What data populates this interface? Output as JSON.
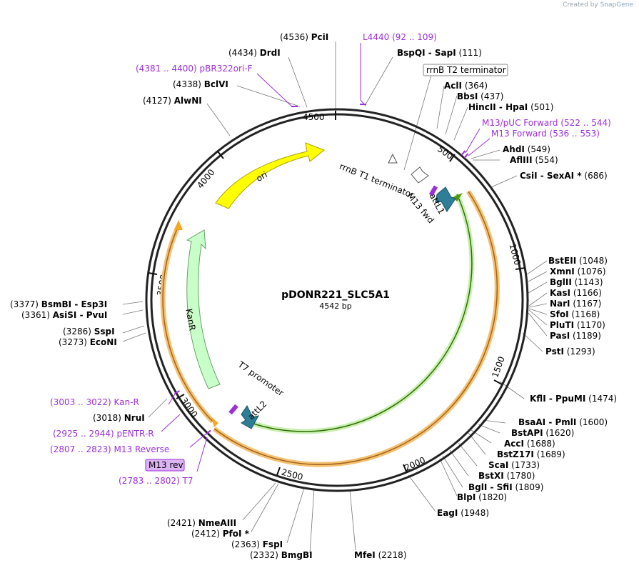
{
  "credit": {
    "prefix": "Created by",
    "brand": "SnapGene"
  },
  "plasmid": {
    "name": "pDONR221_SLC5A1",
    "size_label": "4542 bp"
  },
  "ticks": [
    "500",
    "1000",
    "1500",
    "2000",
    "2500",
    "3000",
    "3500",
    "4000",
    "4500"
  ],
  "features": {
    "ori": "ori",
    "kanr": "KanR",
    "t7": "T7 promoter",
    "attl2": "attL2",
    "attl1": "attL1",
    "m13fwd": "M13 fwd",
    "rrnb_t1": "rrnB T1 terminator",
    "rrnb_t2": "rrnB T2 terminator"
  },
  "enzymes": [
    {
      "pos": "(4536)",
      "name": "PciI"
    },
    {
      "pos": "(4434)",
      "name": "DrdI"
    },
    {
      "pos": "(4338)",
      "name": "BclVI"
    },
    {
      "pos": "(4127)",
      "name": "AlwNI"
    },
    {
      "pos": "(3377)",
      "name": "BsmBI  - Esp3I"
    },
    {
      "pos": "(3361)",
      "name": "AsiSI  - PvuI"
    },
    {
      "pos": "(3286)",
      "name": "SspI"
    },
    {
      "pos": "(3273)",
      "name": "EcoNI"
    },
    {
      "pos": "(3018)",
      "name": "NruI"
    },
    {
      "pos": "(2421)",
      "name": "NmeAIII"
    },
    {
      "pos": "(2412)",
      "name": "PfoI *"
    },
    {
      "pos": "(2363)",
      "name": "FspI"
    },
    {
      "pos": "(2332)",
      "name": "BmgBI"
    },
    {
      "pos": "(2218)",
      "name": "MfeI"
    },
    {
      "pos": "(1948)",
      "name": "EagI"
    },
    {
      "pos": "(1820)",
      "name": "BlpI"
    },
    {
      "pos": "(1809)",
      "name": "BglI  - SfiI"
    },
    {
      "pos": "(1780)",
      "name": "BstXI"
    },
    {
      "pos": "(1733)",
      "name": "ScaI"
    },
    {
      "pos": "(1689)",
      "name": "BstZ17I"
    },
    {
      "pos": "(1688)",
      "name": "AccI"
    },
    {
      "pos": "(1620)",
      "name": "BstAPI"
    },
    {
      "pos": "(1600)",
      "name": "BsaAI  - PmlI"
    },
    {
      "pos": "(1474)",
      "name": "KflI  - PpuMI"
    },
    {
      "pos": "(1293)",
      "name": "PstI"
    },
    {
      "pos": "(1189)",
      "name": "PasI"
    },
    {
      "pos": "(1170)",
      "name": "PluTI"
    },
    {
      "pos": "(1168)",
      "name": "SfoI"
    },
    {
      "pos": "(1167)",
      "name": "NarI"
    },
    {
      "pos": "(1166)",
      "name": "KasI"
    },
    {
      "pos": "(1143)",
      "name": "BglII"
    },
    {
      "pos": "(1076)",
      "name": "XmnI"
    },
    {
      "pos": "(1048)",
      "name": "BstEII"
    },
    {
      "pos": "(686)",
      "name": "CsiI  - SexAI *"
    },
    {
      "pos": "(554)",
      "name": "AflIII"
    },
    {
      "pos": "(549)",
      "name": "AhdI"
    },
    {
      "pos": "(501)",
      "name": "HincII  - HpaI"
    },
    {
      "pos": "(437)",
      "name": "BbsI"
    },
    {
      "pos": "(364)",
      "name": "AclI"
    },
    {
      "pos": "(111)",
      "name": "BspQI  - SapI"
    }
  ],
  "primers": [
    {
      "name": "L4440",
      "range": "(92 .. 109)"
    },
    {
      "name": "pBR322ori-F",
      "range": "(4381 .. 4400)"
    },
    {
      "name": "M13/pUC Forward",
      "range": "(522 .. 544)"
    },
    {
      "name": "M13 Forward",
      "range": "(536 .. 553)"
    },
    {
      "name": "Kan-R",
      "range": "(3003 .. 3022)"
    },
    {
      "name": "pENTR-R",
      "range": "(2925 .. 2944)"
    },
    {
      "name": "M13 Reverse",
      "range": "(2807 .. 2823)"
    },
    {
      "name": "T7",
      "range": "(2783 .. 2802)"
    },
    {
      "name": "M13 rev",
      "range": ""
    }
  ],
  "colors": {
    "ori": "#ffff00",
    "kanr": "#c8ffc8",
    "att": "#2d7e96",
    "orange": "#f5a623",
    "green": "#4a9a00",
    "primer": "#9b30d9"
  }
}
